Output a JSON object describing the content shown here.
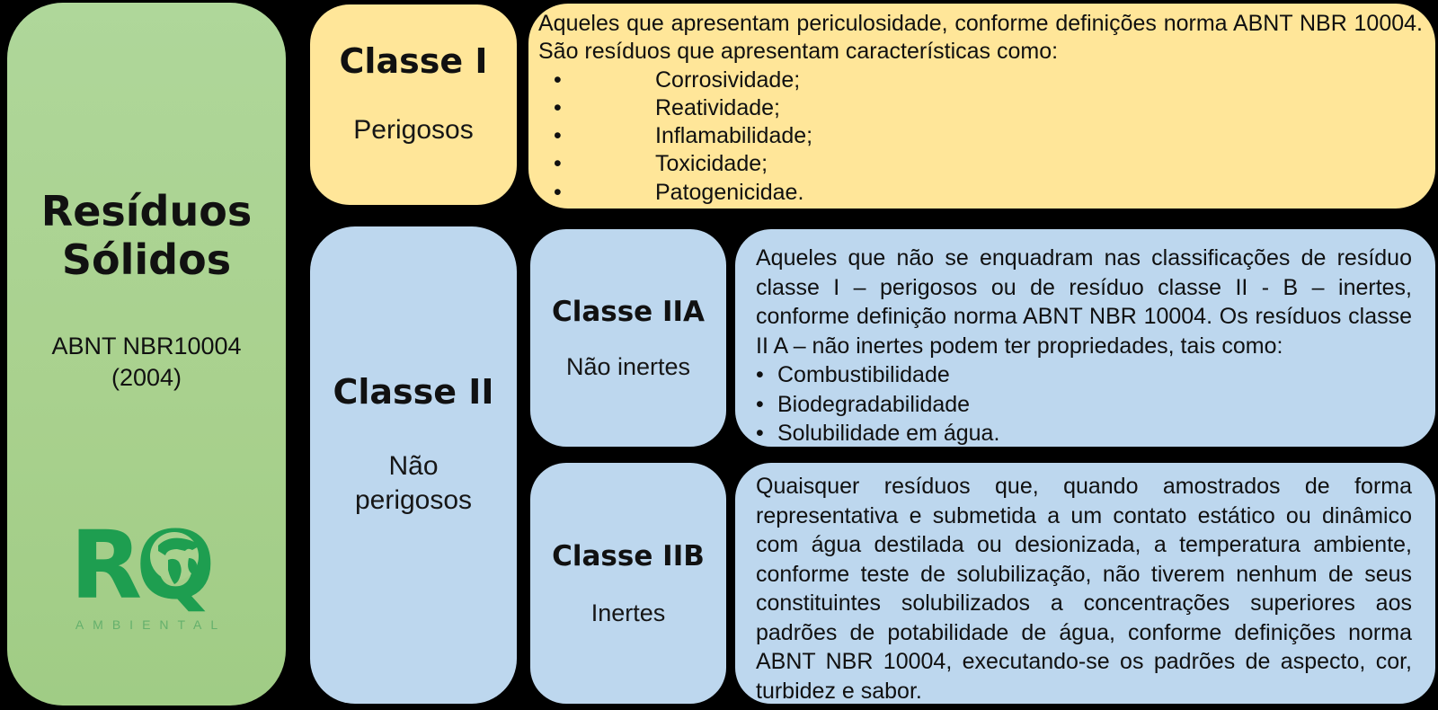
{
  "ui": {
    "bullet": "•"
  },
  "colors": {
    "background": "#000000",
    "green_panel": "#A9D18E",
    "yellow_box": "#FFE699",
    "blue_box": "#BDD7EE",
    "logo_green": "#1E9E50"
  },
  "left_panel": {
    "title_line1": "Resíduos",
    "title_line2": "Sólidos",
    "subtitle_line1": "ABNT NBR10004",
    "subtitle_line2": "(2004)",
    "logo_letters": "RQ",
    "logo_subtext": "AMBIENTAL"
  },
  "classe1": {
    "label": "Classe I",
    "sublabel": "Perigosos",
    "description_intro": "Aqueles que apresentam periculosidade, conforme definições norma ABNT NBR 10004. São resíduos que apresentam características como:",
    "bullets": [
      "Corrosividade;",
      "Reatividade;",
      "Inflamabilidade;",
      "Toxicidade;",
      "Patogenicidae."
    ]
  },
  "classe2": {
    "label": "Classe II",
    "sublabel": "Não perigosos"
  },
  "classe2a": {
    "label": "Classe IIA",
    "sublabel": "Não inertes",
    "description_intro": "Aqueles que não se enquadram nas classificações de resíduo classe I – perigosos ou de resíduo classe II - B – inertes, conforme definição norma ABNT NBR 10004. Os resíduos classe II A – não inertes podem ter propriedades, tais como:",
    "bullets": [
      "Combustibilidade",
      "Biodegradabilidade",
      "Solubilidade em água."
    ]
  },
  "classe2b": {
    "label": "Classe IIB",
    "sublabel": "Inertes",
    "description": "Quaisquer resíduos que, quando amostrados de forma representativa e submetida a um contato estático ou dinâmico com água destilada ou desionizada, a temperatura ambiente, conforme teste de solubilização, não tiverem nenhum de seus constituintes solubilizados a concentrações superiores aos padrões de potabilidade de água, conforme definições norma ABNT NBR 10004, executando-se os padrões de aspecto, cor, turbidez e sabor."
  }
}
